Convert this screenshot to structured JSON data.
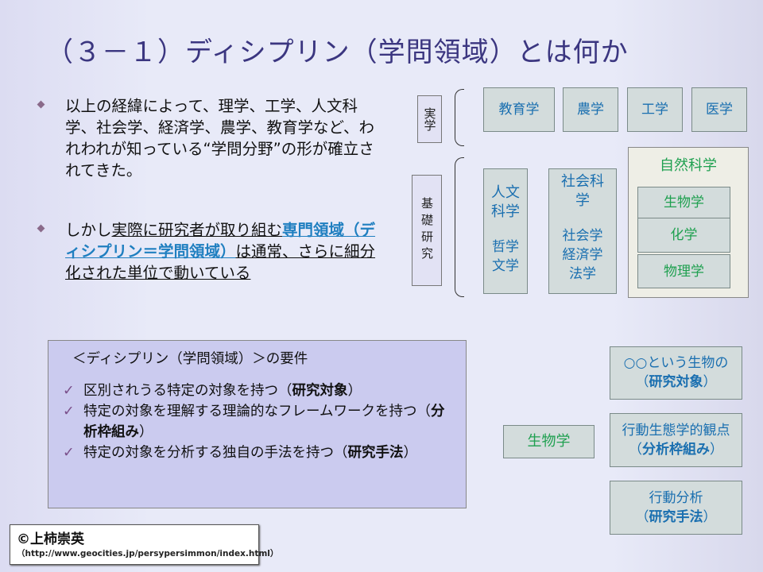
{
  "title": "（３－１）ディシプリン（学問領域）とは何か",
  "bullets": [
    {
      "text": "以上の経緯によって、理学、工学、人文科学、社会学、経済学、農学、教育学など、われわれが知っている“学問分野”の形が確立されてきた。"
    },
    {
      "plain1": "しかし",
      "underlined1": "実際に研究者が取り組む",
      "link": "専門領域（ディシプリン＝学問領域）",
      "underlined2": "は通常、さらに細分化された単位で動いている"
    }
  ],
  "diagram": {
    "jitsugaku": "実学",
    "applied": [
      "教育学",
      "農学",
      "工学",
      "医学"
    ],
    "kiso": "基礎研究",
    "humanities": {
      "title": "人文科学",
      "items": "哲学\n文学"
    },
    "social": {
      "title": "社会科学",
      "items": "社会学\n経済学\n法学"
    },
    "natural": {
      "title": "自然科学",
      "items": [
        "生物学",
        "化学",
        "物理学"
      ]
    }
  },
  "requirements": {
    "heading": "＜ディシプリン（学問領域）＞の要件",
    "items": [
      {
        "text": "区別されうる特定の対象を持つ（",
        "bold": "研究対象",
        "end": "）"
      },
      {
        "text": "特定の対象を理解する理論的なフレームワークを持つ（",
        "bold": "分析枠組み",
        "end": "）"
      },
      {
        "text": "特定の対象を分析する独自の手法を持つ（",
        "bold": "研究手法",
        "end": "）"
      }
    ]
  },
  "example": {
    "field": "生物学",
    "object": {
      "pre": "○○という生物の（",
      "bold": "研究対象",
      "end": "）"
    },
    "framework": {
      "pre": "行動生態学的観点（",
      "bold": "分析枠組み",
      "end": "）"
    },
    "method": {
      "pre": "行動分析\n（",
      "bold": "研究手法",
      "end": "）"
    }
  },
  "credit": {
    "name": "©上柿崇英",
    "url": "（http://www.geocities.jp/persypersimmon/index.html）"
  }
}
